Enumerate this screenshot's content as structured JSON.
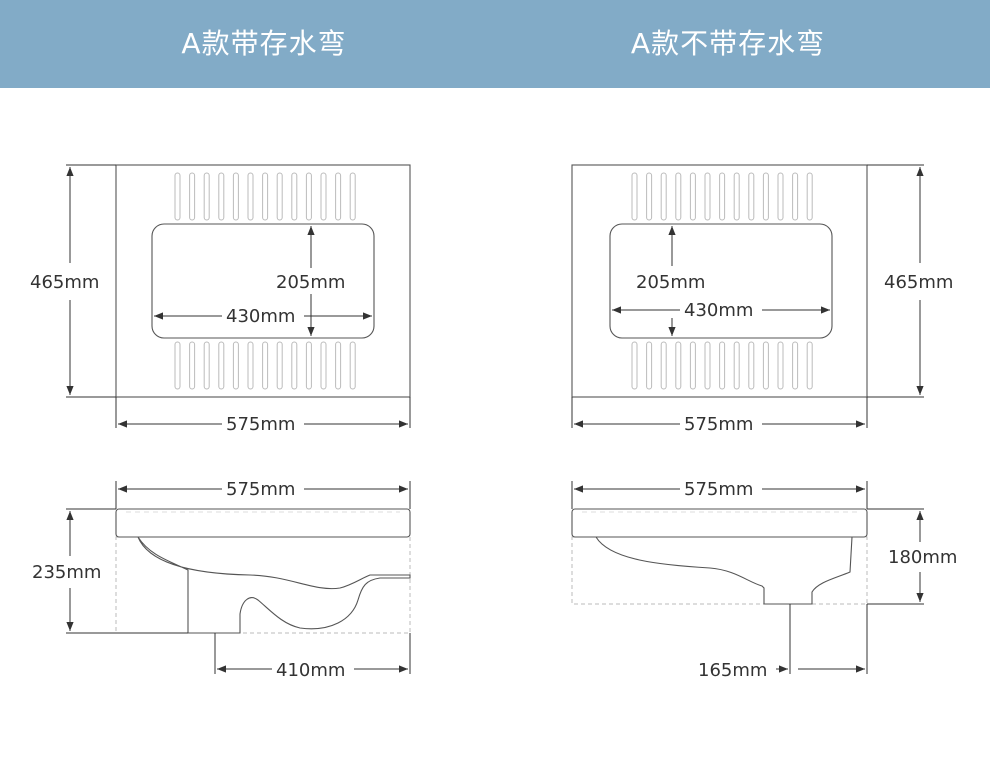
{
  "header": {
    "left_title": "A款带存水弯",
    "right_title": "A款不带存水弯",
    "background": "#82abc7"
  },
  "left": {
    "top_height": "465mm",
    "bowl_height": "205mm",
    "bowl_width": "430mm",
    "top_width": "575mm",
    "side_width": "575mm",
    "side_height": "235mm",
    "outlet_distance": "410mm"
  },
  "right": {
    "top_height": "465mm",
    "bowl_height": "205mm",
    "bowl_width": "430mm",
    "top_width": "575mm",
    "side_width": "575mm",
    "side_height": "180mm",
    "outlet_distance": "165mm"
  }
}
